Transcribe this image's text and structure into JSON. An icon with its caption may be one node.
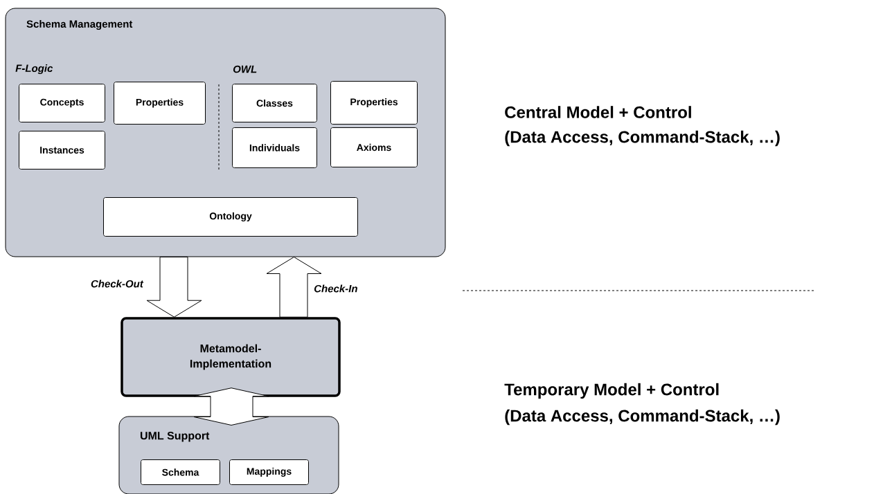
{
  "diagram": {
    "nodes": [
      {
        "text": [
          "Schema Management"
        ]
      },
      {
        "text": [
          "Concepts"
        ],
        "in": 0
      },
      {
        "text": [
          "Properties"
        ],
        "in": 0
      },
      {
        "text": [
          "Instances"
        ],
        "in": 0
      },
      {
        "text": [
          "Classes"
        ],
        "in": 0
      },
      {
        "text": [
          "Properties"
        ],
        "in": 0
      },
      {
        "text": [
          "Individuals"
        ],
        "in": 0
      },
      {
        "text": [
          "Axioms"
        ],
        "in": 0
      },
      {
        "text": [
          "Ontology"
        ],
        "in": 0
      },
      {
        "text": [
          "Metamodel-Implementation"
        ]
      },
      {
        "text": [
          "UML Support"
        ]
      },
      {
        "text": [
          "Schema"
        ],
        "in": 10
      },
      {
        "text": [
          "Mappings"
        ],
        "in": 10
      }
    ],
    "edges": [
      {
        "from": 0,
        "to": 9,
        "arrow": "to",
        "label": "Check-Out"
      },
      {
        "from": 9,
        "to": 0,
        "arrow": "to",
        "label": "Check-In"
      },
      {
        "from": 9,
        "to": 10,
        "arrow": "both"
      }
    ],
    "labels": [
      "F-Logic",
      "OWL",
      "Central Model + Control",
      "(Data Access, Command-Stack, …)",
      "Temporary Model + Control",
      "(Data Access, Command-Stack, …)"
    ]
  }
}
